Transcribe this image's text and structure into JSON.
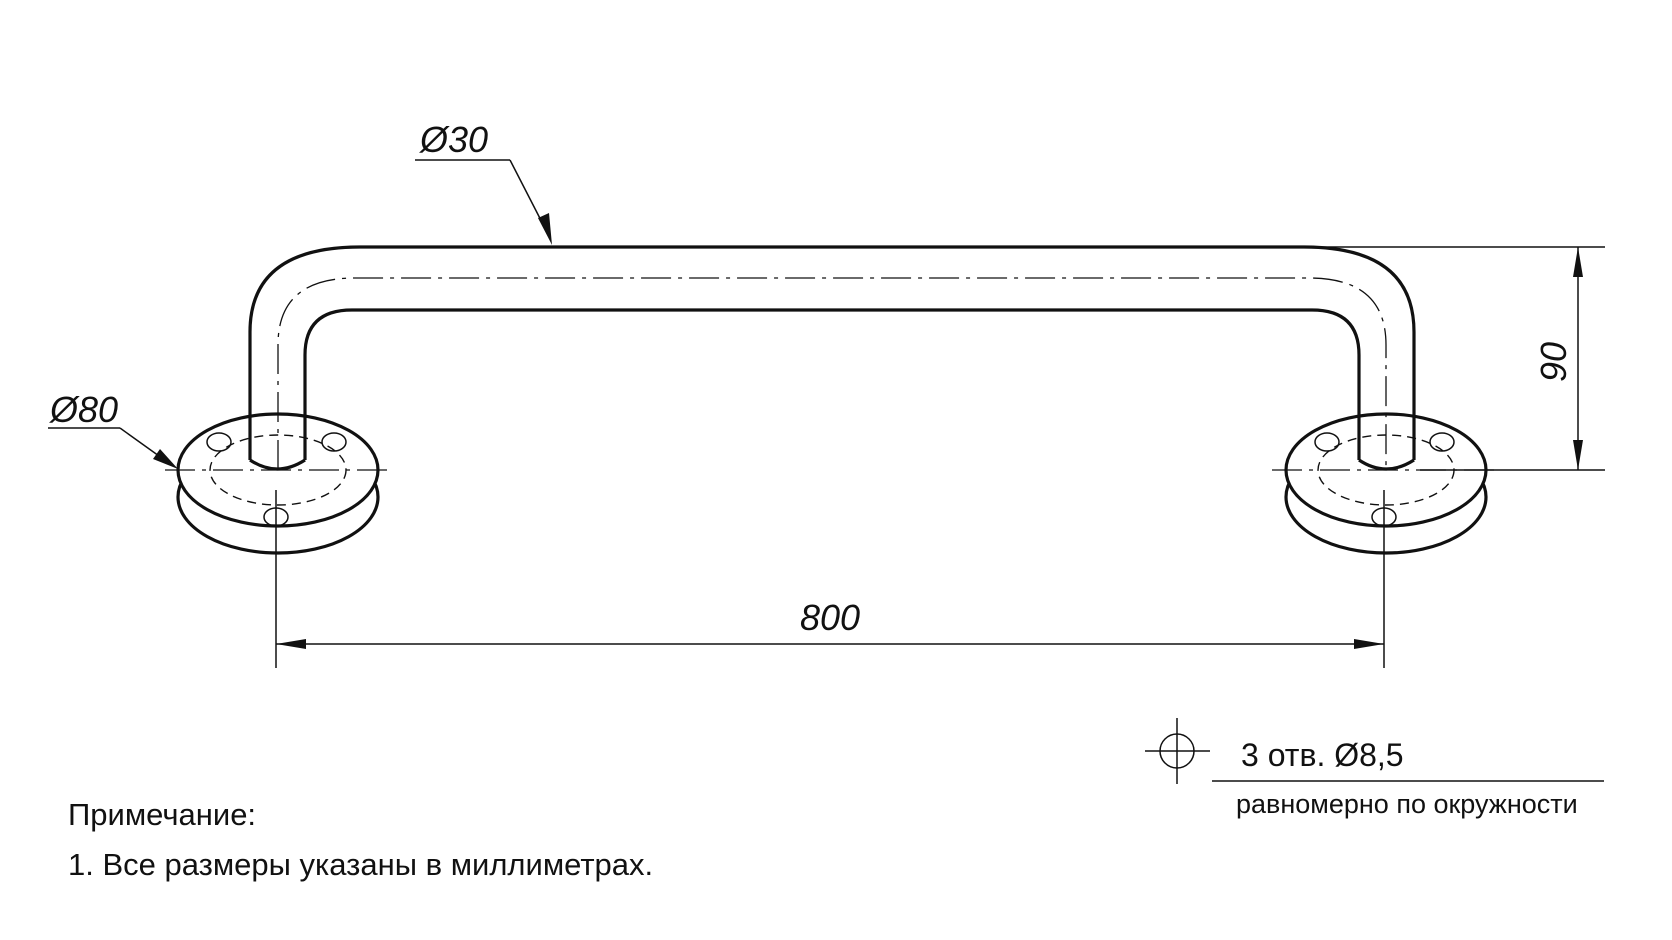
{
  "dimensions": {
    "tube_diameter": "Ø30",
    "flange_diameter": "Ø80",
    "length": "800",
    "height": "90"
  },
  "holes": {
    "spec": "3 отв. Ø8,5",
    "distribution": "равномерно по окружности"
  },
  "note": {
    "heading": "Примечание:",
    "items": [
      "1. Все размеры указаны в миллиметрах."
    ]
  }
}
